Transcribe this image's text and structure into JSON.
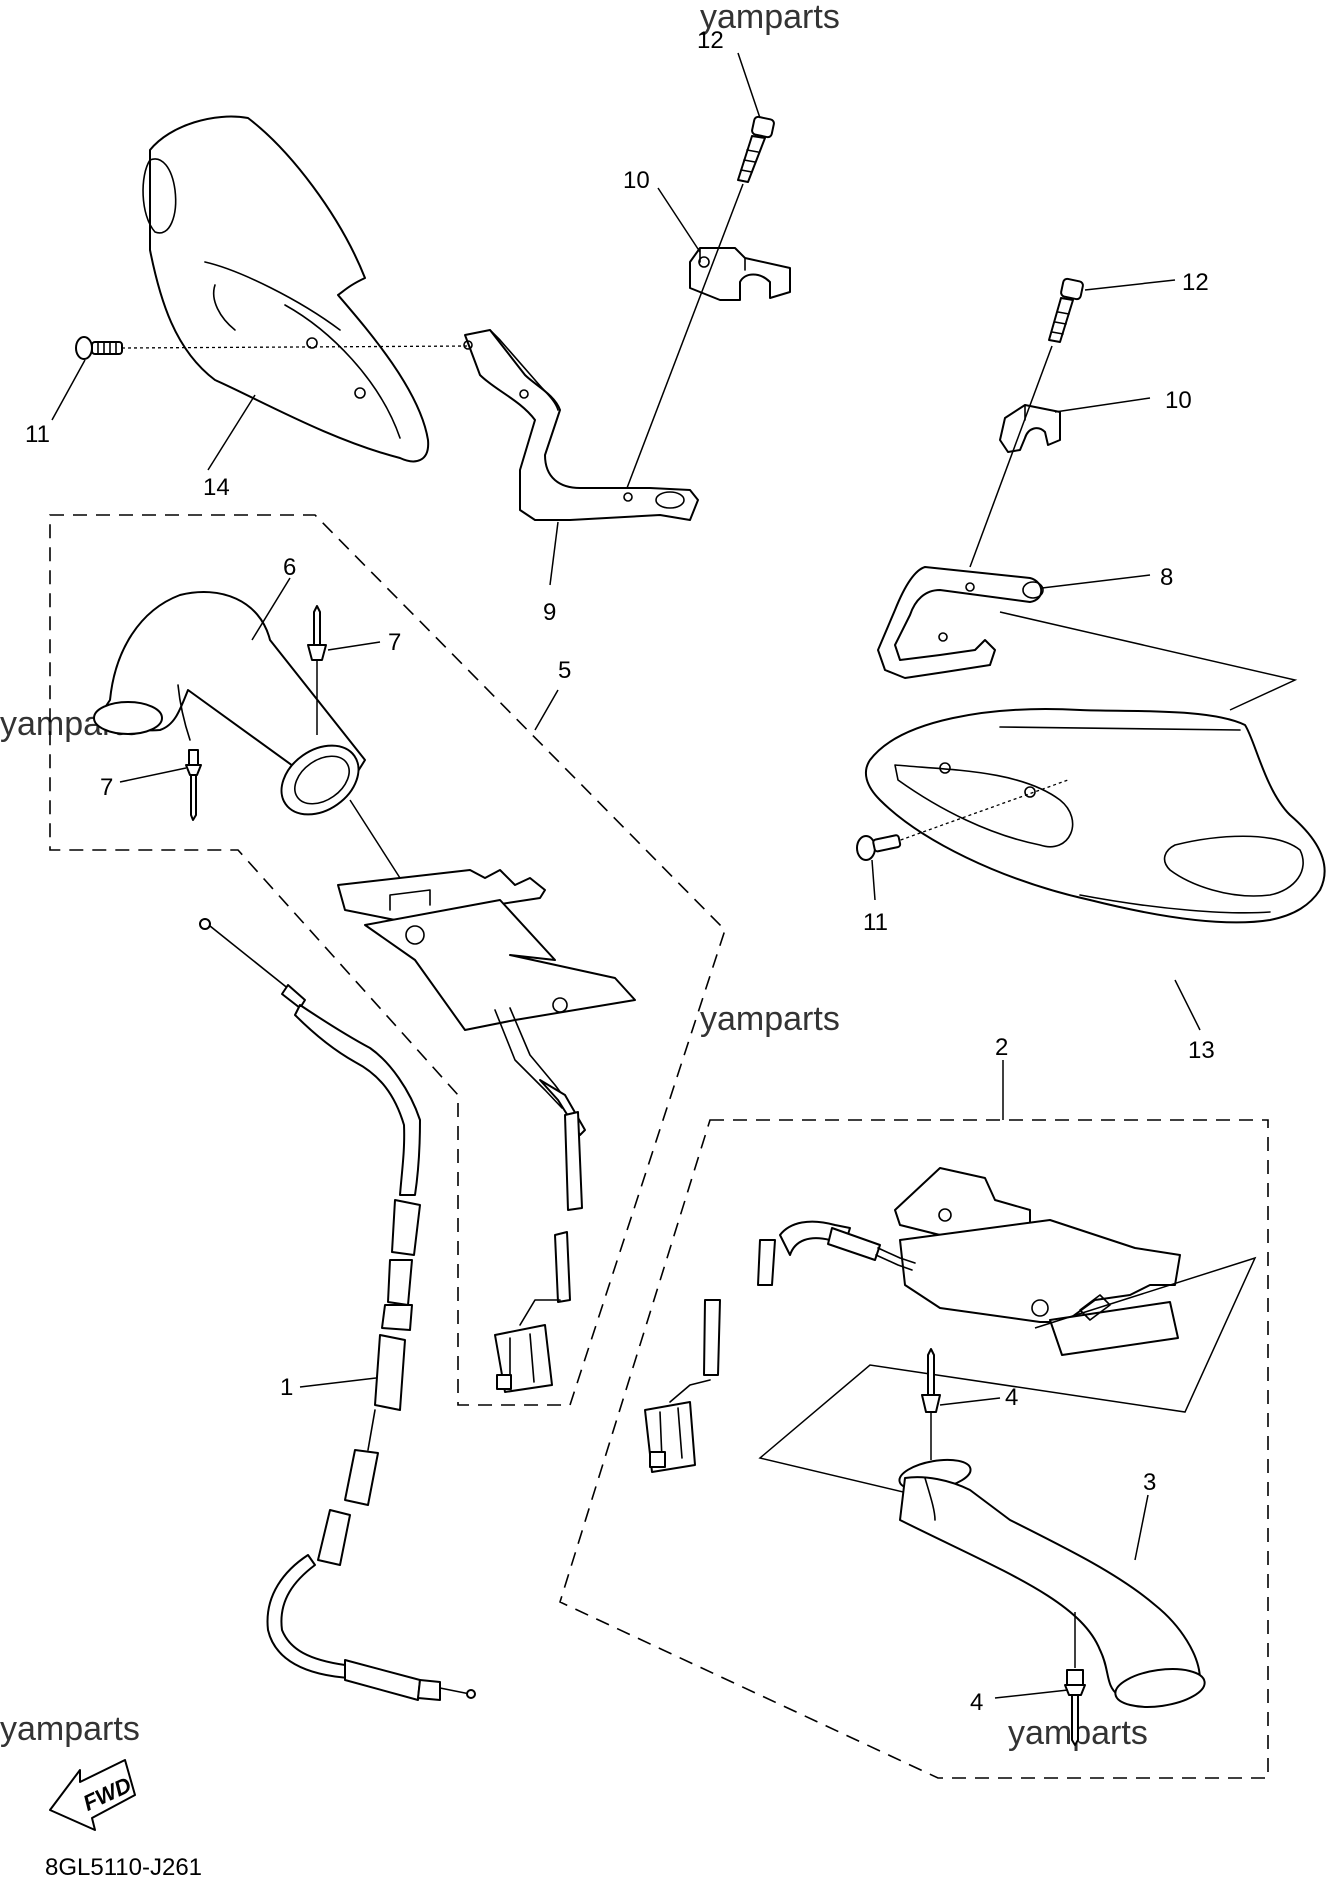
{
  "watermark": "yamparts",
  "diagram_code": "8GL5110-J261",
  "fwd_label": "FWD",
  "callouts": {
    "c1": "1",
    "c2": "2",
    "c3": "3",
    "c4": "4",
    "c5": "5",
    "c6": "6",
    "c7": "7",
    "c8": "8",
    "c9": "9",
    "c10": "10",
    "c11": "11",
    "c12": "12",
    "c13": "13",
    "c14": "14"
  }
}
